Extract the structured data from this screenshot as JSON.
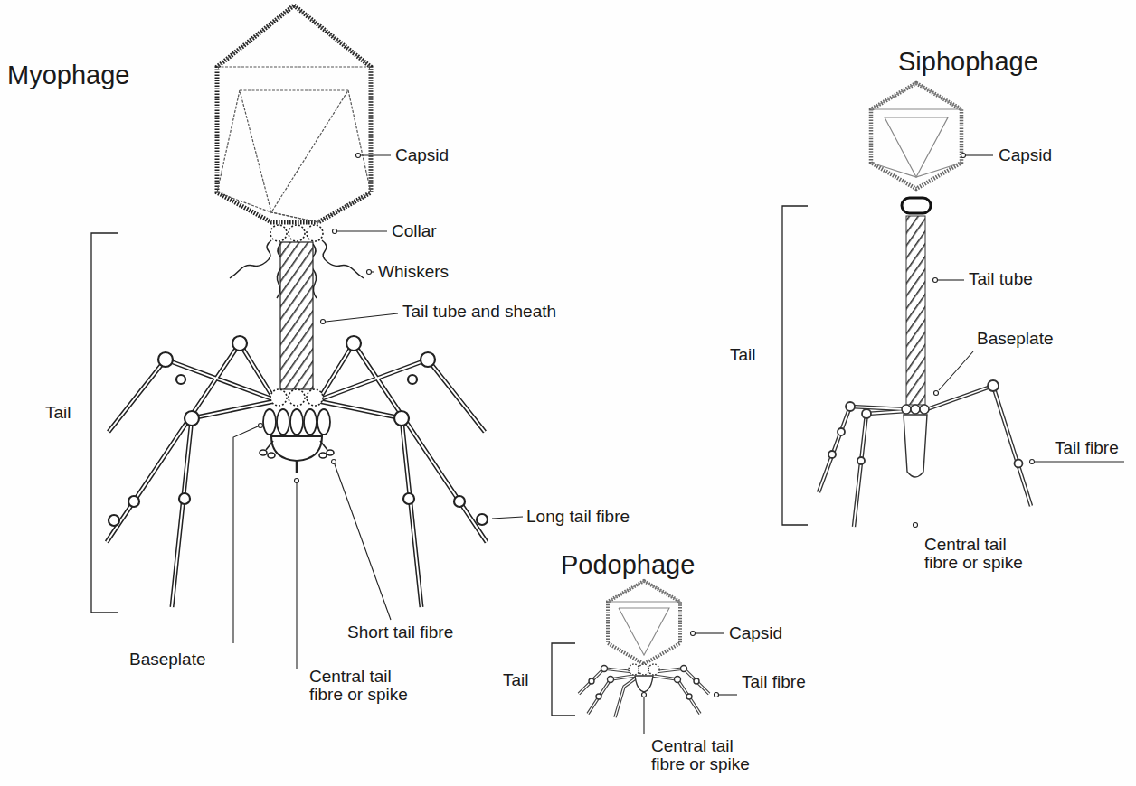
{
  "diagram": {
    "labels": [
      "Myophage",
      "Capsid",
      "Collar",
      "Whiskers",
      "Tail tube and sheath",
      "Tail",
      "Long tail fibre",
      "Baseplate",
      "Short tail fibre",
      "Central tail fibre or spike",
      "Siphophage",
      "Capsid",
      "Tail tube",
      "Baseplate",
      "Tail",
      "Tail fibre",
      "Central tail fibre or spike",
      "Podophage",
      "Capsid",
      "Tail",
      "Tail fibre",
      "Central tail fibre or spike"
    ]
  }
}
